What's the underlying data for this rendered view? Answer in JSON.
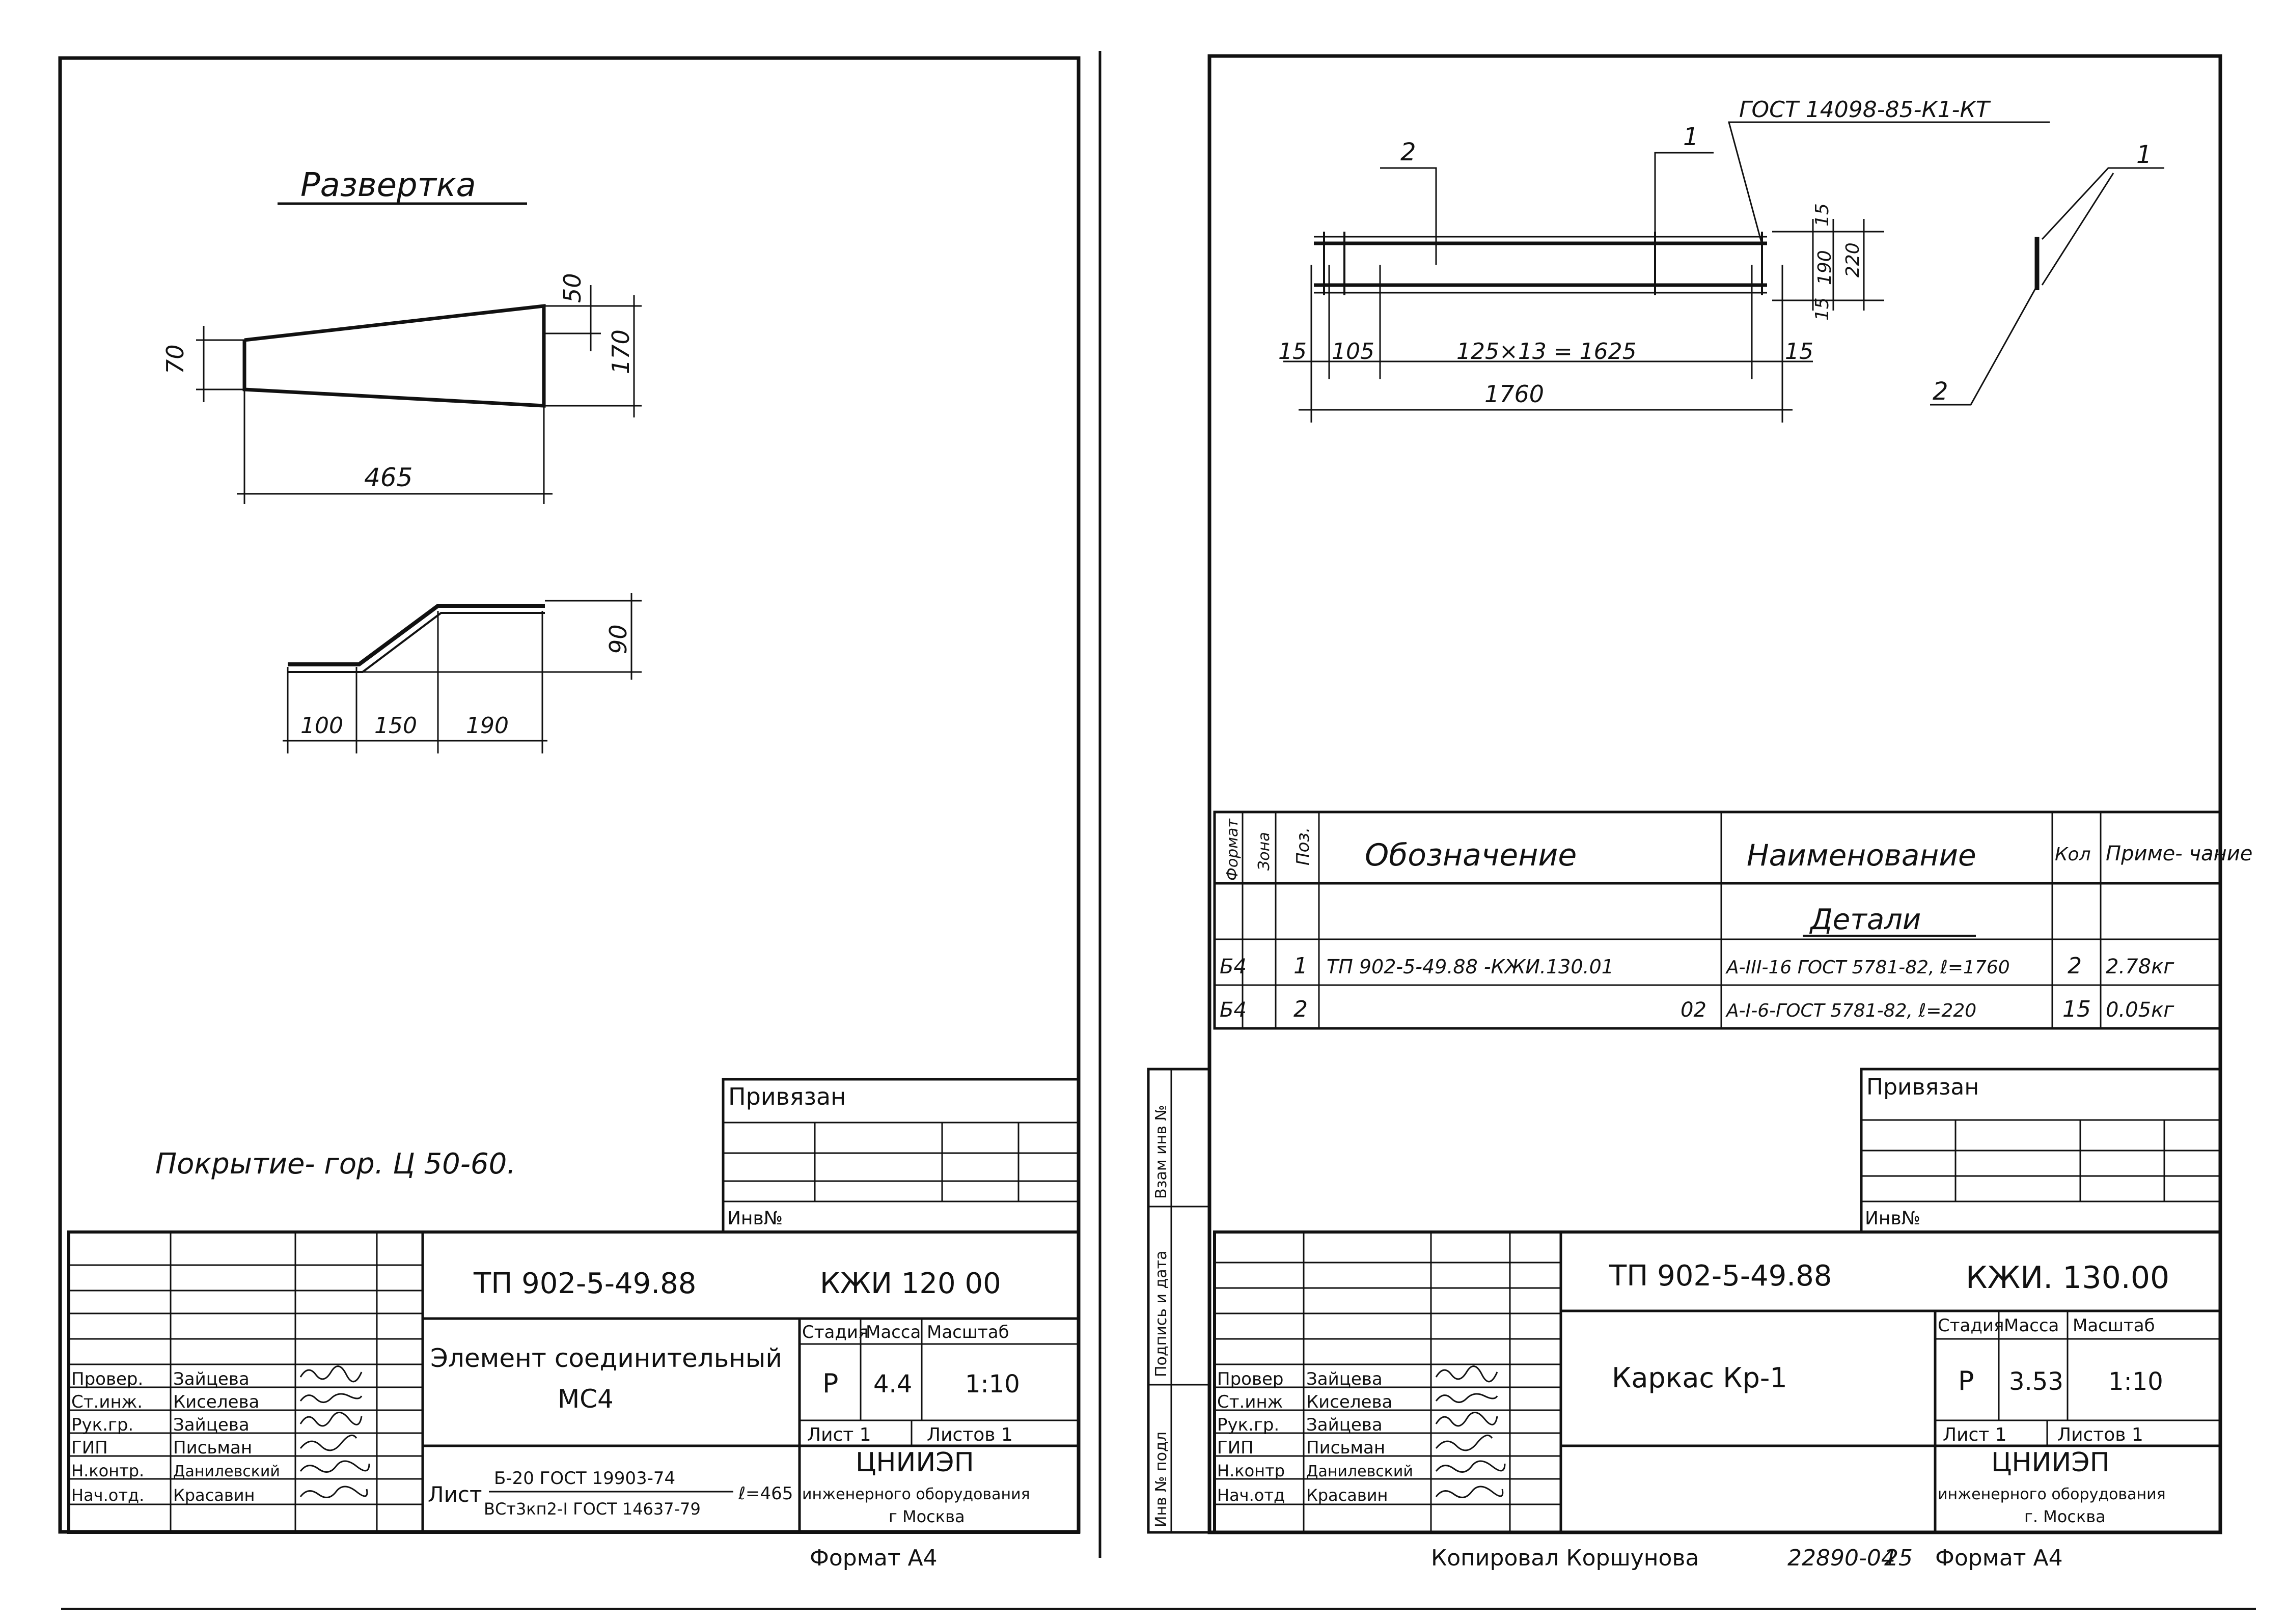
{
  "left_sheet": {
    "razvertka_title": "Развертка",
    "dims": {
      "w70": "70",
      "w50": "50",
      "w170": "170",
      "w465": "465",
      "h90": "90",
      "s100": "100",
      "s150": "150",
      "s190": "190"
    },
    "coating_note": "Покрытие- гор. Ц 50-60.",
    "privyazan": "Привязан",
    "inv_no": "Инв№",
    "project_code": "ТП 902-5-49.88",
    "doc_code": "КЖИ 120 00",
    "title_line1": "Элемент соединительный",
    "title_line2": "МС4",
    "stage_hdr": "Стадия",
    "mass_hdr": "Масса",
    "scale_hdr": "Масштаб",
    "stage_val": "Р",
    "mass_val": "4.4",
    "scale_val": "1:10",
    "sheet_label": "Лист 1",
    "sheets_label": "Листов 1",
    "roles": [
      "Провер.",
      "Ст.инж.",
      "Рук.гр.",
      "ГИП",
      "Н.контр.",
      "Нач.отд."
    ],
    "names": [
      "Зайцева",
      "Киселева",
      "Зайцева",
      "Письман",
      "Данилевский",
      "Красавин"
    ],
    "material_prefix": "Лист",
    "material_line1": "Б-20 ГОСТ 19903-74",
    "material_line2": "ВСт3кп2-I ГОСТ 14637-79",
    "material_len": "ℓ=465",
    "org_line1": "ЦНИИЭП",
    "org_line2": "инженерного оборудования",
    "org_line3": "г Москва",
    "format": "Формат А4"
  },
  "right_sheet": {
    "gost_callout": "ГОСТ 14098-85-К1-КТ",
    "pos1": "1",
    "pos2": "2",
    "dims": {
      "d15a": "15",
      "d105": "105",
      "d1625": "125×13 = 1625",
      "d15b": "15",
      "d1760": "1760",
      "d15v": "15",
      "d190": "190",
      "d220": "220",
      "d15w": "15"
    },
    "spec": {
      "h_format": "Формат",
      "h_zone": "Зона",
      "h_pos": "Поз.",
      "h_designation": "Обозначение",
      "h_name": "Наименование",
      "h_qty": "Кол",
      "h_note": "Приме- чание",
      "section": "Детали",
      "rows": [
        {
          "format": "Б4",
          "pos": "1",
          "designation": "ТП 902-5-49.88      -КЖИ.130.01",
          "name": "А-III-16 ГОСТ 5781-82, ℓ=1760",
          "qty": "2",
          "note": "2.78кг"
        },
        {
          "format": "Б4",
          "pos": "2",
          "designation": "02",
          "name": "А-I-6-ГОСТ 5781-82, ℓ=220",
          "qty": "15",
          "note": "0.05кг"
        }
      ]
    },
    "side_labels": [
      "Инв № подл",
      "Подпись и дата",
      "Взам инв №"
    ],
    "privyazan": "Привязан",
    "inv_no": "Инв№",
    "project_code": "ТП 902-5-49.88",
    "doc_code": "КЖИ. 130.00",
    "title": "Каркас Кр-1",
    "stage_hdr": "Стадия",
    "mass_hdr": "Масса",
    "scale_hdr": "Масштаб",
    "stage_val": "Р",
    "mass_val": "3.53",
    "scale_val": "1:10",
    "sheet_label": "Лист 1",
    "sheets_label": "Листов 1",
    "roles": [
      "Провер",
      "Ст.инж",
      "Рук.гр.",
      "ГИП",
      "Н.контр",
      "Нач.отд"
    ],
    "names": [
      "Зайцева",
      "Киселева",
      "Зайцева",
      "Письман",
      "Данилевский",
      "Красавин"
    ],
    "org_line1": "ЦНИИЭП",
    "org_line2": "инженерного оборудования",
    "org_line3": "г. Москва",
    "copied_by": "Копировал Коршунова",
    "order_no": "22890-04",
    "page_no": "25",
    "format": "Формат А4"
  }
}
